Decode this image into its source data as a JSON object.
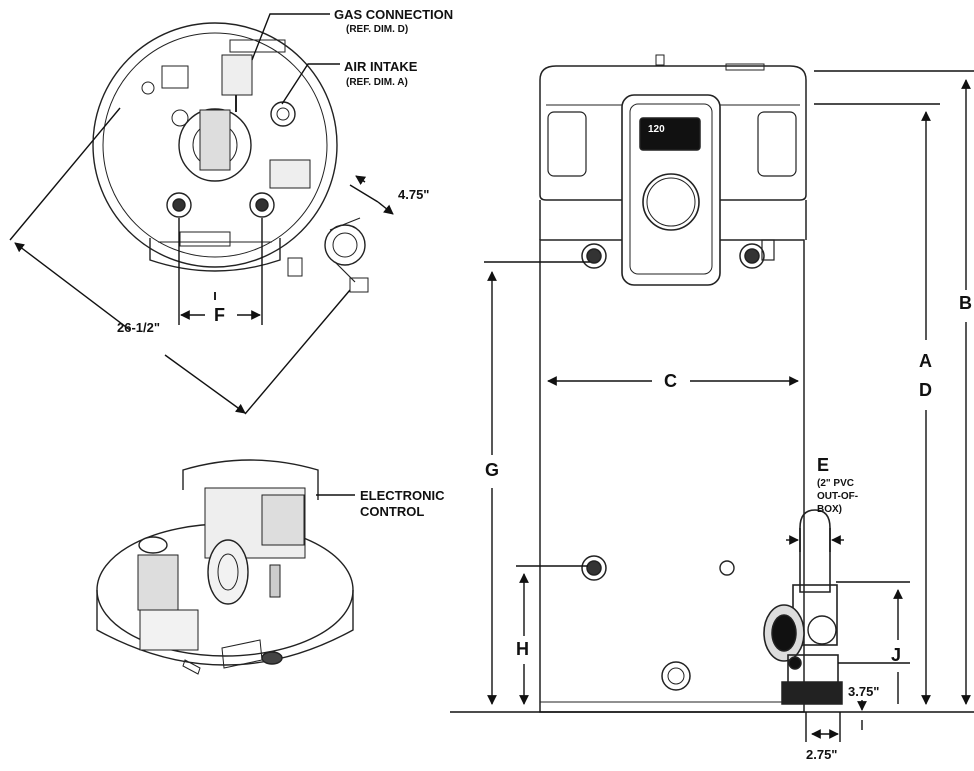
{
  "callouts": {
    "gas_connection": "GAS CONNECTION",
    "gas_connection_ref": "(REF. DIM. D)",
    "air_intake": "AIR INTAKE",
    "air_intake_ref": "(REF. DIM. A)",
    "electronic_control_line1": "ELECTRONIC",
    "electronic_control_line2": "CONTROL"
  },
  "top_view": {
    "diameter": "26-1/2\"",
    "vent_offset": "4.75\"",
    "dim_f": "F"
  },
  "front_view": {
    "display_value": "120",
    "dim_a": "A",
    "dim_b": "B",
    "dim_c": "C",
    "dim_d": "D",
    "dim_e": "E",
    "dim_e_note_1": "(2\" PVC",
    "dim_e_note_2": "OUT-OF-",
    "dim_e_note_3": "BOX)",
    "dim_g": "G",
    "dim_h": "H",
    "dim_j": "J",
    "dim_bottom_height": "3.75\"",
    "dim_side_offset": "2.75\""
  }
}
